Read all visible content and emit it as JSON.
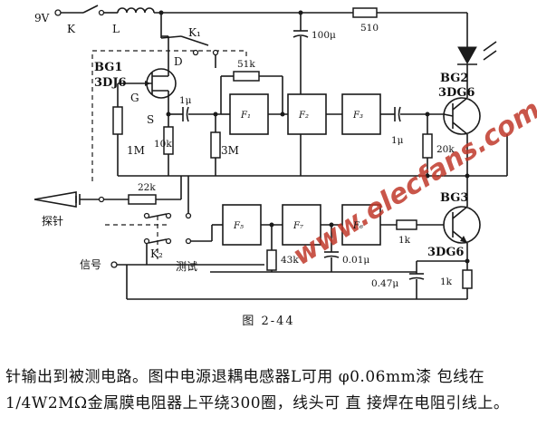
{
  "labels": {
    "supply_voltage": "9V",
    "switch_k": "K",
    "inductor_l": "L",
    "cap_100u": "100μ",
    "res_510": "510",
    "switch_k1": "K₁",
    "res_51k": "51k",
    "bg1_name": "BG1",
    "bg1_type": "3DJ6",
    "pin_d": "D",
    "pin_g": "G",
    "pin_s": "S",
    "cap_1u_a": "1μ",
    "res_1m": "1M",
    "res_10k": "10k",
    "res_3m": "3M",
    "gate_f1": "F₁",
    "gate_f2": "F₂",
    "gate_f3": "F₃",
    "cap_1u_b": "1μ",
    "res_20k": "20k",
    "bg2_name": "BG2",
    "bg2_type": "3DG6",
    "probe": "探针",
    "res_22k": "22k",
    "gate_f5": "F₅",
    "gate_f7": "F₇",
    "gate_f6": "F₆",
    "res_1k_a": "1k",
    "bg3_name": "BG3",
    "bg3_type": "3DG6",
    "switch_k2": "K₂",
    "signal": "信号",
    "test": "测试",
    "res_43k": "43k",
    "cap_001u": "0.01μ",
    "cap_047u": "0.47μ",
    "res_1k_b": "1k",
    "watermark": "www.elecfans.com"
  },
  "caption": "图 2-44",
  "paragraph": "针输出到被测电路。图中电源退耦电感器L可用 φ0.06mm漆 包线在1/4W2MΩ金属膜电阻器上平绕300圈，线头可 直 接焊在电阻引线上。"
}
